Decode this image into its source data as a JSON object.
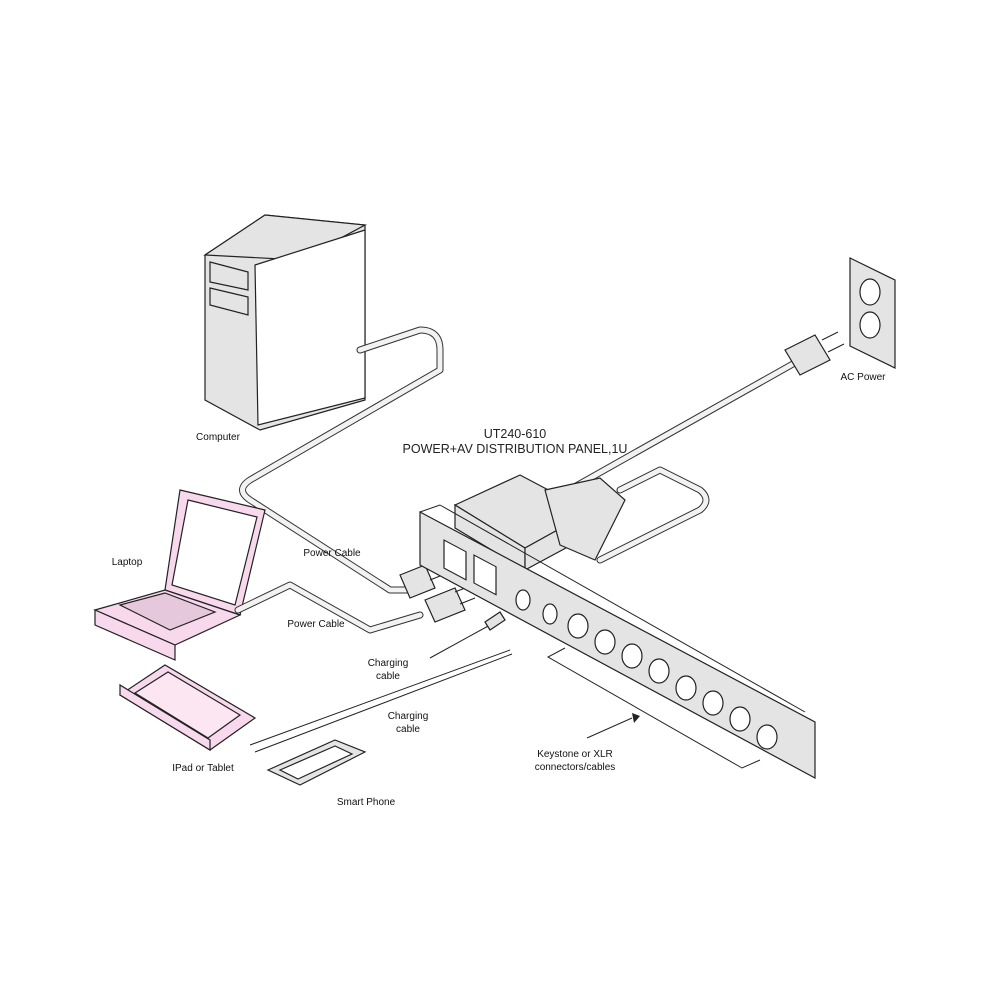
{
  "title": {
    "model": "UT240-610",
    "description": "POWER+AV DISTRIBUTION PANEL,1U"
  },
  "labels": {
    "computer": "Computer",
    "laptop": "Laptop",
    "power_cable_1": "Power Cable",
    "power_cable_2": "Power Cable",
    "charging_cable_1": [
      "Charging",
      "cable"
    ],
    "charging_cable_2": [
      "Charging",
      "cable"
    ],
    "tablet": "IPad or Tablet",
    "phone": "Smart Phone",
    "ac_power": "AC Power",
    "connectors": [
      "Keystone or XLR",
      "connectors/cables"
    ]
  },
  "colors": {
    "device_gray": "#e4e4e4",
    "device_pink": "#f8d8ec",
    "line": "#222222"
  }
}
